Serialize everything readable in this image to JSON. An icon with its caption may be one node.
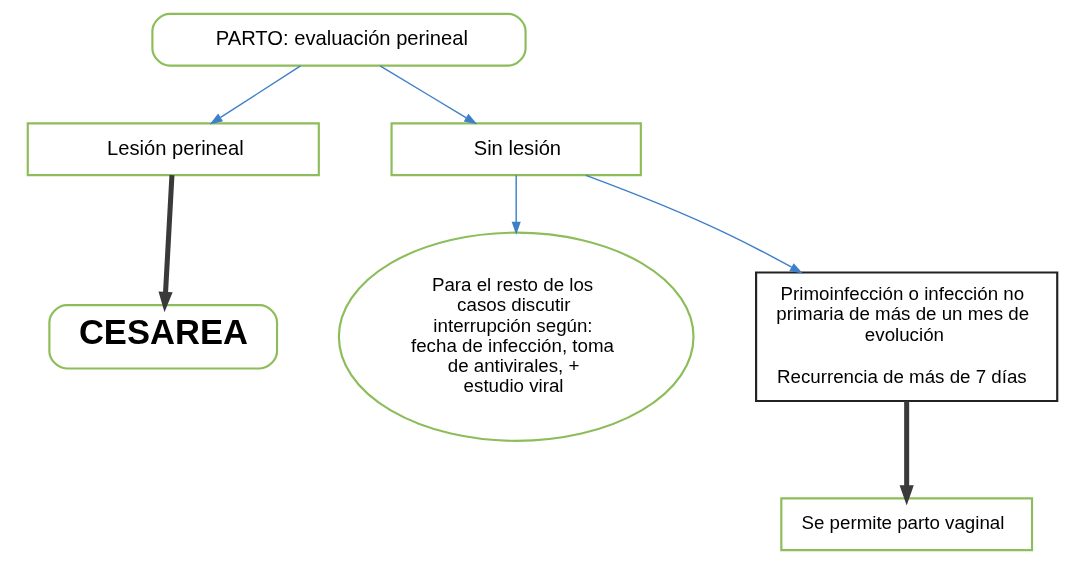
{
  "diagram": {
    "nodes": [
      {
        "text": [
          "PARTO: evaluación perineal"
        ]
      },
      {
        "text": [
          "Lesión perineal"
        ]
      },
      {
        "text": [
          "Sin lesión"
        ]
      },
      {
        "text": [
          "CESAREA"
        ]
      },
      {
        "text": [
          "Para el resto de los casos discutir interrupción según: fecha de infección, toma de antivirales, + estudio viral"
        ]
      },
      {
        "text": [
          "Primoinfección o infección no primaria de más de un mes de evolución",
          "Recurrencia de más de 7 días"
        ]
      },
      {
        "text": [
          "Se permite parto vaginal"
        ]
      }
    ],
    "edges": [
      {
        "from": 0,
        "to": 1,
        "arrow": "to"
      },
      {
        "from": 0,
        "to": 2,
        "arrow": "to"
      },
      {
        "from": 1,
        "to": 3,
        "arrow": "to",
        "style": "thick",
        "color": "#3a3a3a"
      },
      {
        "from": 2,
        "to": 4,
        "arrow": "to"
      },
      {
        "from": 2,
        "to": 5,
        "arrow": "to"
      },
      {
        "from": 5,
        "to": 6,
        "arrow": "to",
        "style": "thick",
        "color": "#3a3a3a"
      }
    ]
  }
}
